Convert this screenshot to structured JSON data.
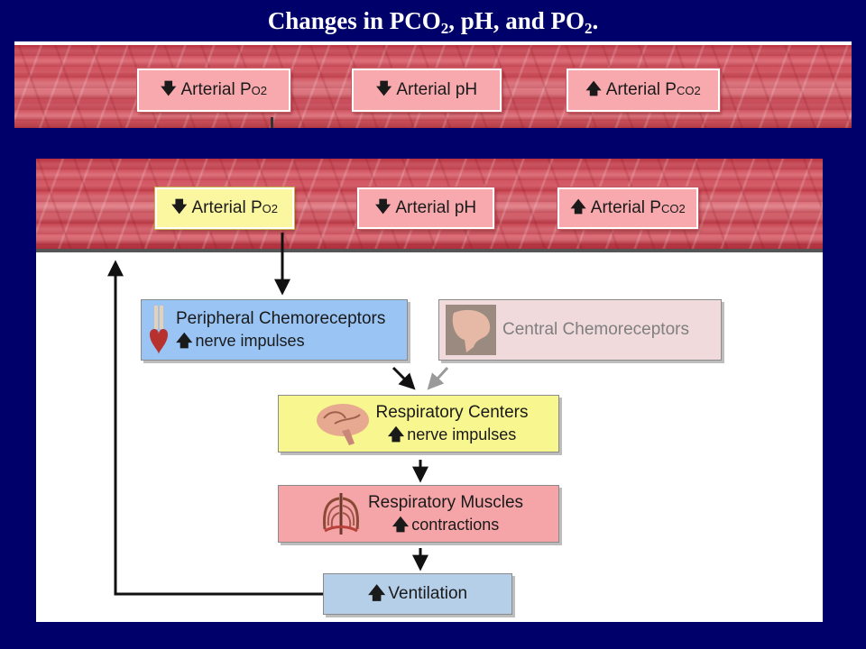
{
  "title": {
    "prefix": "Changes in PCO",
    "sub1": "2",
    "mid": ", pH, and PO",
    "sub2": "2",
    "suffix": "."
  },
  "arrows": {
    "down": "🡇",
    "up": "🡅"
  },
  "top_strip": {
    "items": [
      {
        "text": "Arterial P",
        "sub": "O2",
        "dir": "down"
      },
      {
        "text": "Arterial pH",
        "sub": "",
        "dir": "down"
      },
      {
        "text": "Arterial P",
        "sub": "CO2",
        "dir": "up"
      }
    ]
  },
  "diagram": {
    "vessel_items": [
      {
        "text": "Arterial P",
        "sub": "O2",
        "dir": "down",
        "highlight": true
      },
      {
        "text": "Arterial pH",
        "sub": "",
        "dir": "down",
        "highlight": false
      },
      {
        "text": "Arterial P",
        "sub": "CO2",
        "dir": "up",
        "highlight": false
      }
    ],
    "peripheral": {
      "title": "Peripheral Chemoreceptors",
      "detail": "nerve impulses"
    },
    "central": {
      "title": "Central Chemoreceptors"
    },
    "resp_centers": {
      "title": "Respiratory Centers",
      "detail": "nerve impulses"
    },
    "resp_muscles": {
      "title": "Respiratory Muscles",
      "detail": "contractions"
    },
    "ventilation": {
      "title": "Ventilation"
    }
  },
  "colors": {
    "background": "#00006a",
    "pill": "#f7a9ad",
    "pill_highlight": "#fbf7a0",
    "peripheral": "#99c4f4",
    "central": "#f1dadc",
    "resp_centers": "#f8f68e",
    "resp_muscles": "#f5a4a8",
    "ventilation": "#b6cfe9"
  }
}
